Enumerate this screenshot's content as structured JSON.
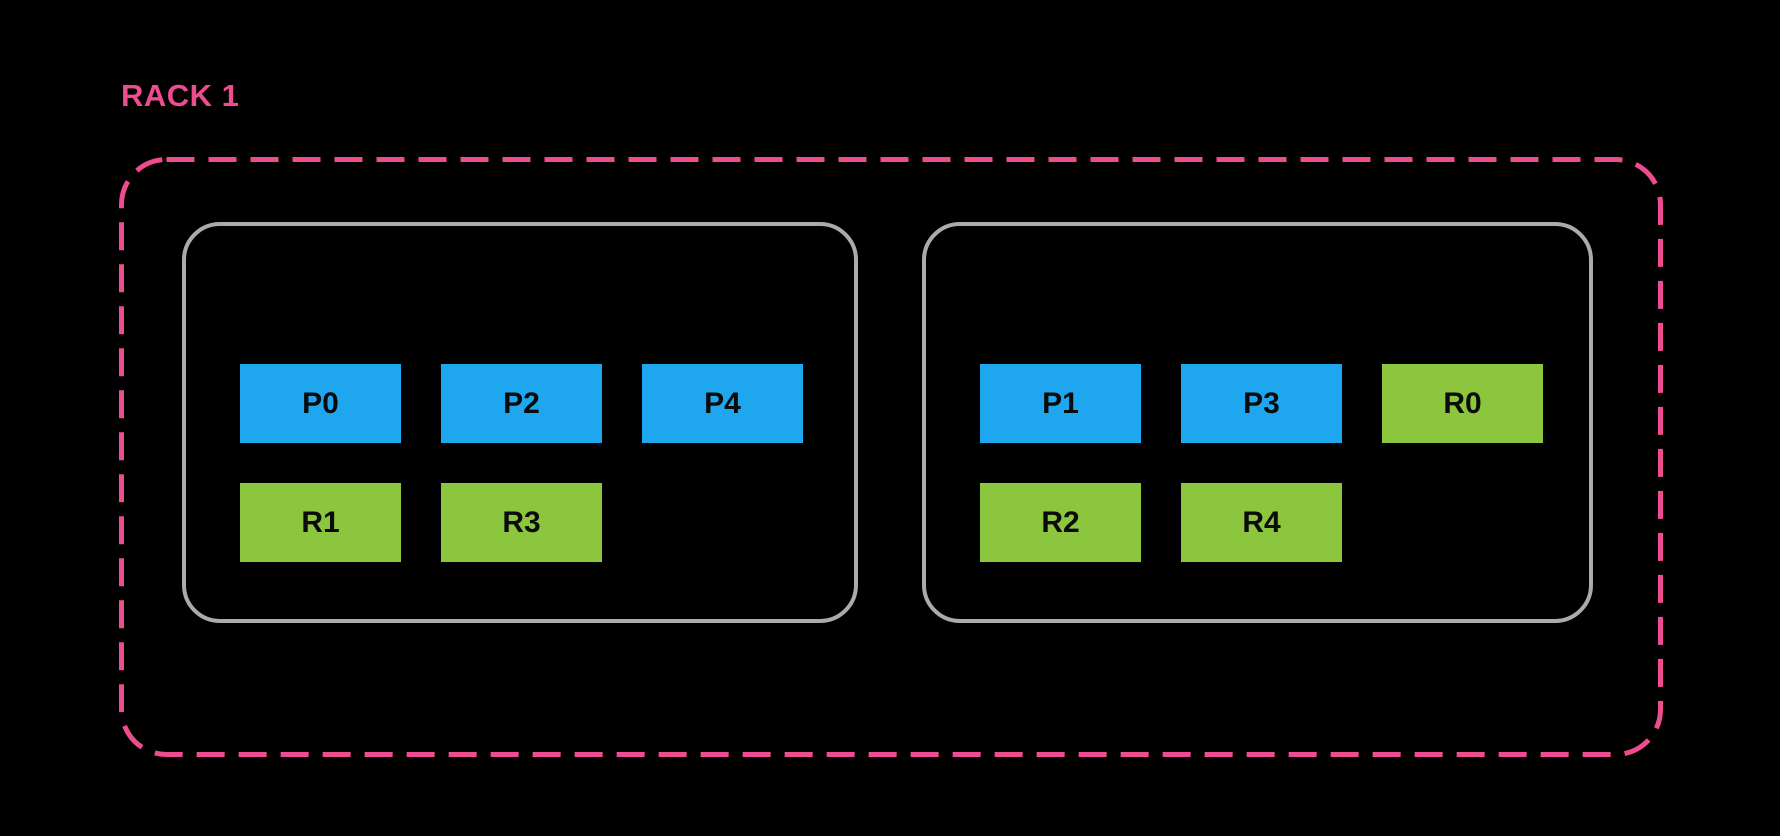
{
  "colors": {
    "background": "#000000",
    "rack-border": "#ee4c90",
    "rack-title": "#ee4c90",
    "group-border": "#ababab",
    "blue-chip": "#1ea7ef",
    "green-chip": "#8cc63e",
    "chip-text": "#0b0b0b"
  },
  "rack": {
    "label": "RACK 1",
    "groups": [
      {
        "id": "node-box-left",
        "rows": [
          {
            "chips": [
              {
                "label": "P0",
                "variant": "blue"
              },
              {
                "label": "P2",
                "variant": "blue"
              },
              {
                "label": "P4",
                "variant": "blue"
              }
            ]
          },
          {
            "chips": [
              {
                "label": "R1",
                "variant": "green"
              },
              {
                "label": "R3",
                "variant": "green"
              }
            ]
          }
        ]
      },
      {
        "id": "node-box-right",
        "rows": [
          {
            "chips": [
              {
                "label": "P1",
                "variant": "blue"
              },
              {
                "label": "P3",
                "variant": "blue"
              },
              {
                "label": "R0",
                "variant": "green"
              }
            ]
          },
          {
            "chips": [
              {
                "label": "R2",
                "variant": "green"
              },
              {
                "label": "R4",
                "variant": "green"
              }
            ]
          }
        ]
      }
    ]
  }
}
